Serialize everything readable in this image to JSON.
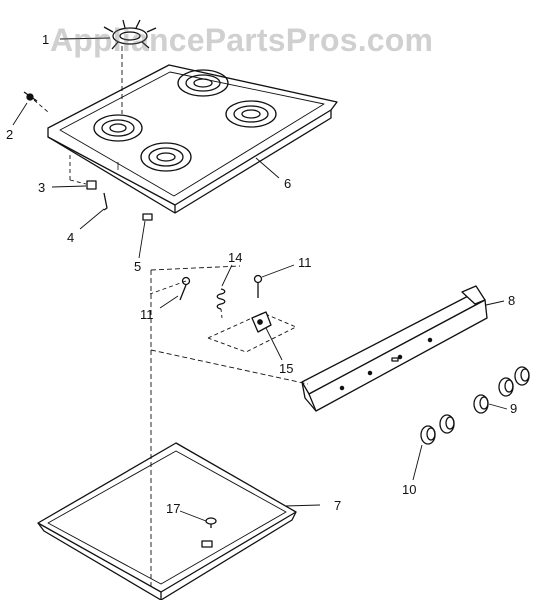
{
  "watermark": "AppliancePartsPros.com",
  "callouts": {
    "c1": "1",
    "c2": "2",
    "c3": "3",
    "c4": "4",
    "c5": "5",
    "c6": "6",
    "c7": "7",
    "c8": "8",
    "c9": "9",
    "c10": "10",
    "c11a": "11",
    "c11b": "11",
    "c14": "14",
    "c15": "15",
    "c17": "17"
  }
}
